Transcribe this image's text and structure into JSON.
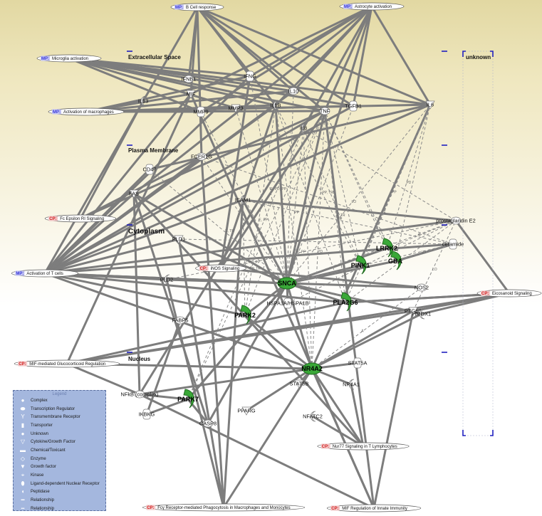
{
  "regions": {
    "extracellular": "Extracellular Space",
    "plasma_membrane": "Plasma Membrane",
    "cytoplasm": "Cytoplasm",
    "nucleus": "Nucleus",
    "unknown": "unknown"
  },
  "pathways": [
    {
      "id": "b_cell",
      "tag": "MP:",
      "label": "B Cell response"
    },
    {
      "id": "astro",
      "tag": "MP:",
      "label": "Astrocyte activation"
    },
    {
      "id": "microglia",
      "tag": "MP:",
      "label": "Microglia activation"
    },
    {
      "id": "macrophages",
      "tag": "MP:",
      "label": "Activation of macrophages"
    },
    {
      "id": "fc_epsilon",
      "tag": "CP:",
      "label": "Fc Epsilon RI Signaling"
    },
    {
      "id": "tcells",
      "tag": "MP:",
      "label": "Activation of T cells"
    },
    {
      "id": "inos",
      "tag": "CP:",
      "label": "iNOS Signaling"
    },
    {
      "id": "eicosanoid",
      "tag": "CP:",
      "label": "Eicosanoid Signaling"
    },
    {
      "id": "mif_gluco",
      "tag": "CP:",
      "label": "MIF-mediated Glucocorticoid Regulation"
    },
    {
      "id": "nur77",
      "tag": "CP:",
      "label": "Nur77 Signaling in T Lymphocytes"
    },
    {
      "id": "fcy",
      "tag": "CP:",
      "label": "Fcγ Receptor-mediated Phagocytosis in Macrophages and Monocytes"
    },
    {
      "id": "mif_innate",
      "tag": "CP:",
      "label": "MIF Regulation of Innate Immunity"
    }
  ],
  "genes": [
    {
      "id": "ifnb",
      "label": "IFNB1"
    },
    {
      "id": "ifng",
      "label": "IFNG"
    },
    {
      "id": "mif",
      "label": "MIF"
    },
    {
      "id": "il13",
      "label": "IL13"
    },
    {
      "id": "il10",
      "label": "IL10"
    },
    {
      "id": "mmp9",
      "label": "MMP9"
    },
    {
      "id": "mmp3",
      "label": "MMP3"
    },
    {
      "id": "il1b",
      "label": "IL1B"
    },
    {
      "id": "tnf",
      "label": "TNF"
    },
    {
      "id": "tgfb1",
      "label": "TGFB1"
    },
    {
      "id": "il6",
      "label": "IL6"
    },
    {
      "id": "il8",
      "label": "IL8"
    },
    {
      "id": "fcer1g",
      "label": "FCER1G"
    },
    {
      "id": "cd47",
      "label": "CD47"
    },
    {
      "id": "fas",
      "label": "FAS"
    },
    {
      "id": "icam1",
      "label": "ICAM1"
    },
    {
      "id": "pgd",
      "label": "prostaglandin E2"
    },
    {
      "id": "ceramide",
      "label": "ceramide"
    },
    {
      "id": "pld1",
      "label": "PLD1"
    },
    {
      "id": "pld2",
      "label": "PLD2"
    },
    {
      "id": "nos2",
      "label": "NOS2"
    },
    {
      "id": "hspa",
      "label": "HSPA1A/HSPA1B"
    },
    {
      "id": "ptgs2",
      "label": "PTGS2"
    },
    {
      "id": "hmox1",
      "label": "HMOX1"
    },
    {
      "id": "fabp5",
      "label": "FABP5"
    },
    {
      "id": "stat5a",
      "label": "STAT5A"
    },
    {
      "id": "stat5b",
      "label": "STAT5B"
    },
    {
      "id": "nr4a1",
      "label": "NR4A1"
    },
    {
      "id": "nfkb",
      "label": "NFkB (complex)"
    },
    {
      "id": "ikbkg",
      "label": "IKBKG"
    },
    {
      "id": "pparg",
      "label": "PPARG"
    },
    {
      "id": "nfatc2",
      "label": "NFATC2"
    },
    {
      "id": "casp8",
      "label": "CASP8"
    }
  ],
  "focus_genes": [
    {
      "id": "snca",
      "label": "SNCA"
    },
    {
      "id": "lrrk2",
      "label": "LRRK2"
    },
    {
      "id": "pink1",
      "label": "PINK1"
    },
    {
      "id": "gba",
      "label": "GBA"
    },
    {
      "id": "park2",
      "label": "PARK2"
    },
    {
      "id": "pla2g6",
      "label": "PLA2G6"
    },
    {
      "id": "nr4a2",
      "label": "NR4A2"
    },
    {
      "id": "park7",
      "label": "PARK7"
    }
  ],
  "edge_labels": [
    "PP",
    "E",
    "LO",
    "PD",
    "E, PP",
    "A",
    "E, PD, PP",
    "PP, TR",
    "E, TR"
  ],
  "legend": {
    "title": "Legend",
    "items": [
      {
        "icon": "complex-icon",
        "glyph": "●",
        "label": "Complex"
      },
      {
        "icon": "transcription-regulator-icon",
        "glyph": "⬬",
        "label": "Transcription Regulator"
      },
      {
        "icon": "transmembrane-receptor-icon",
        "glyph": "Y",
        "label": "Transmembrane Receptor"
      },
      {
        "icon": "transporter-icon",
        "glyph": "▮",
        "label": "Transporter"
      },
      {
        "icon": "unknown-icon",
        "glyph": "●",
        "label": "Unknown"
      },
      {
        "icon": "cytokine-icon",
        "glyph": "▽",
        "label": "Cytokine/Growth Factor"
      },
      {
        "icon": "chemical-icon",
        "glyph": "▬",
        "label": "Chemical/Toxicant"
      },
      {
        "icon": "enzyme-icon",
        "glyph": "◇",
        "label": "Enzyme"
      },
      {
        "icon": "growth-factor-icon",
        "glyph": "▼",
        "label": "Growth factor"
      },
      {
        "icon": "kinase-icon",
        "glyph": "⌖",
        "label": "Kinase"
      },
      {
        "icon": "nuclear-receptor-icon",
        "glyph": "⬮",
        "label": "Ligand-dependent Nuclear Receptor"
      },
      {
        "icon": "peptidase-icon",
        "glyph": "◖",
        "label": "Peptidase"
      },
      {
        "icon": "relationship-solid-icon",
        "glyph": "━",
        "label": "Relationship"
      },
      {
        "icon": "relationship-dashed-icon",
        "glyph": "╍",
        "label": "Relationship"
      }
    ]
  },
  "colors": {
    "mp_tag": "#3a3adc",
    "cp_tag": "#d42020",
    "focus_fill": "#3aa838",
    "edge": "#7d7d7d"
  }
}
